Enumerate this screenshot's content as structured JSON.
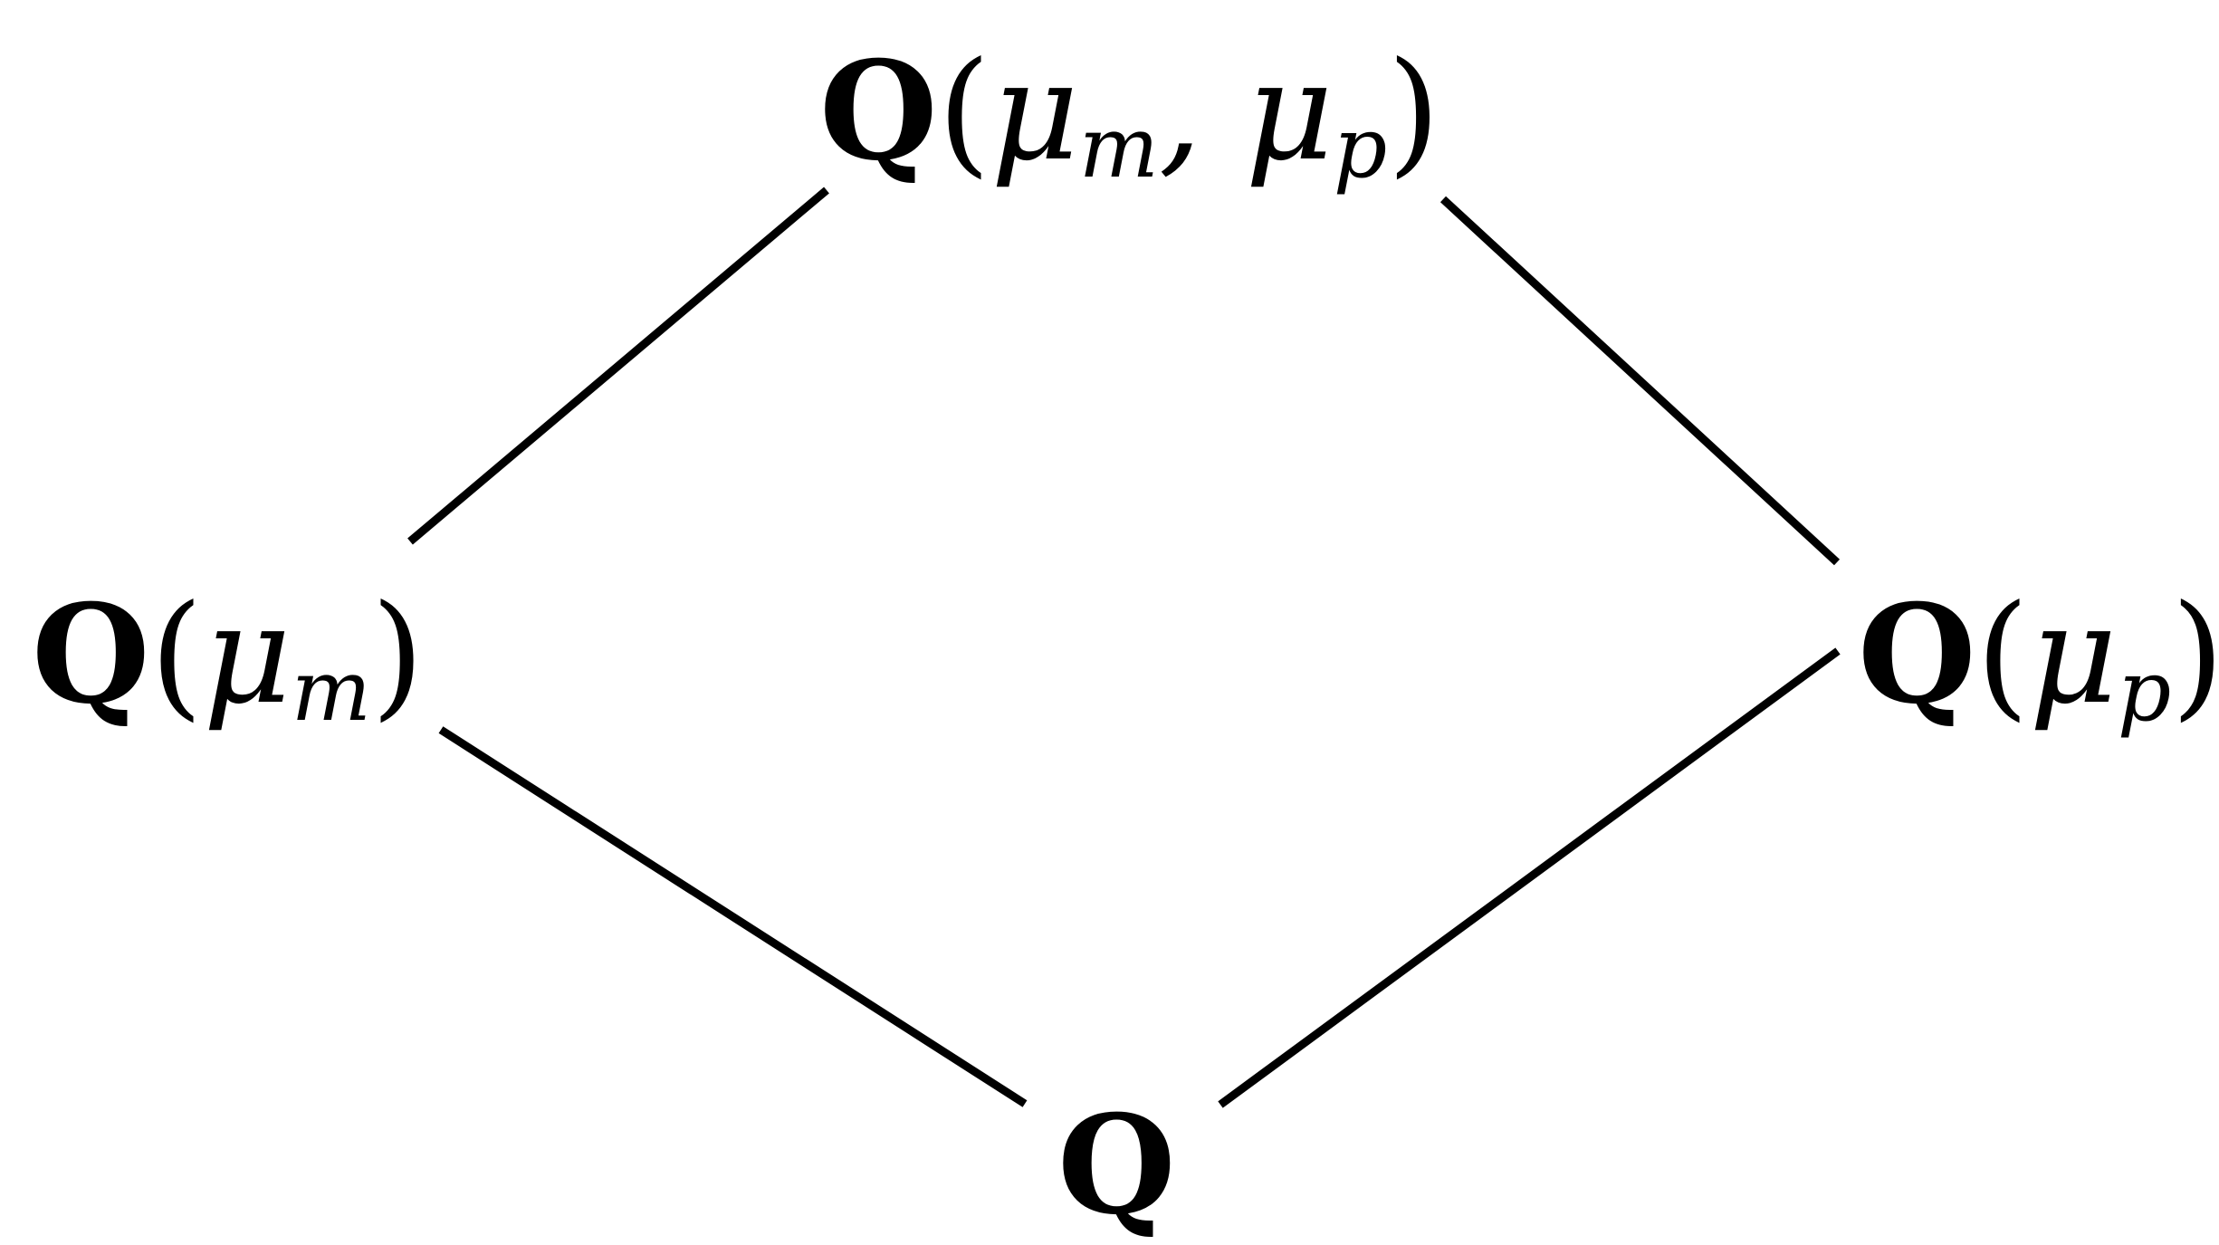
{
  "diagram": {
    "type": "field-extension-lattice",
    "nodes": {
      "top": {
        "field": "Q",
        "open": "(",
        "sym1": "μ",
        "sub1": "m",
        "sep": ", ",
        "sym2": "μ",
        "sub2": "p",
        "close": ")"
      },
      "left": {
        "field": "Q",
        "open": "(",
        "sym": "μ",
        "sub": "m",
        "close": ")"
      },
      "right": {
        "field": "Q",
        "open": "(",
        "sym": "μ",
        "sub": "p",
        "close": ")"
      },
      "bottom": {
        "field": "Q"
      }
    },
    "edges": [
      {
        "from": "left",
        "to": "top"
      },
      {
        "from": "right",
        "to": "top"
      },
      {
        "from": "bottom",
        "to": "left"
      },
      {
        "from": "bottom",
        "to": "right"
      }
    ],
    "line_color": "#000000"
  }
}
